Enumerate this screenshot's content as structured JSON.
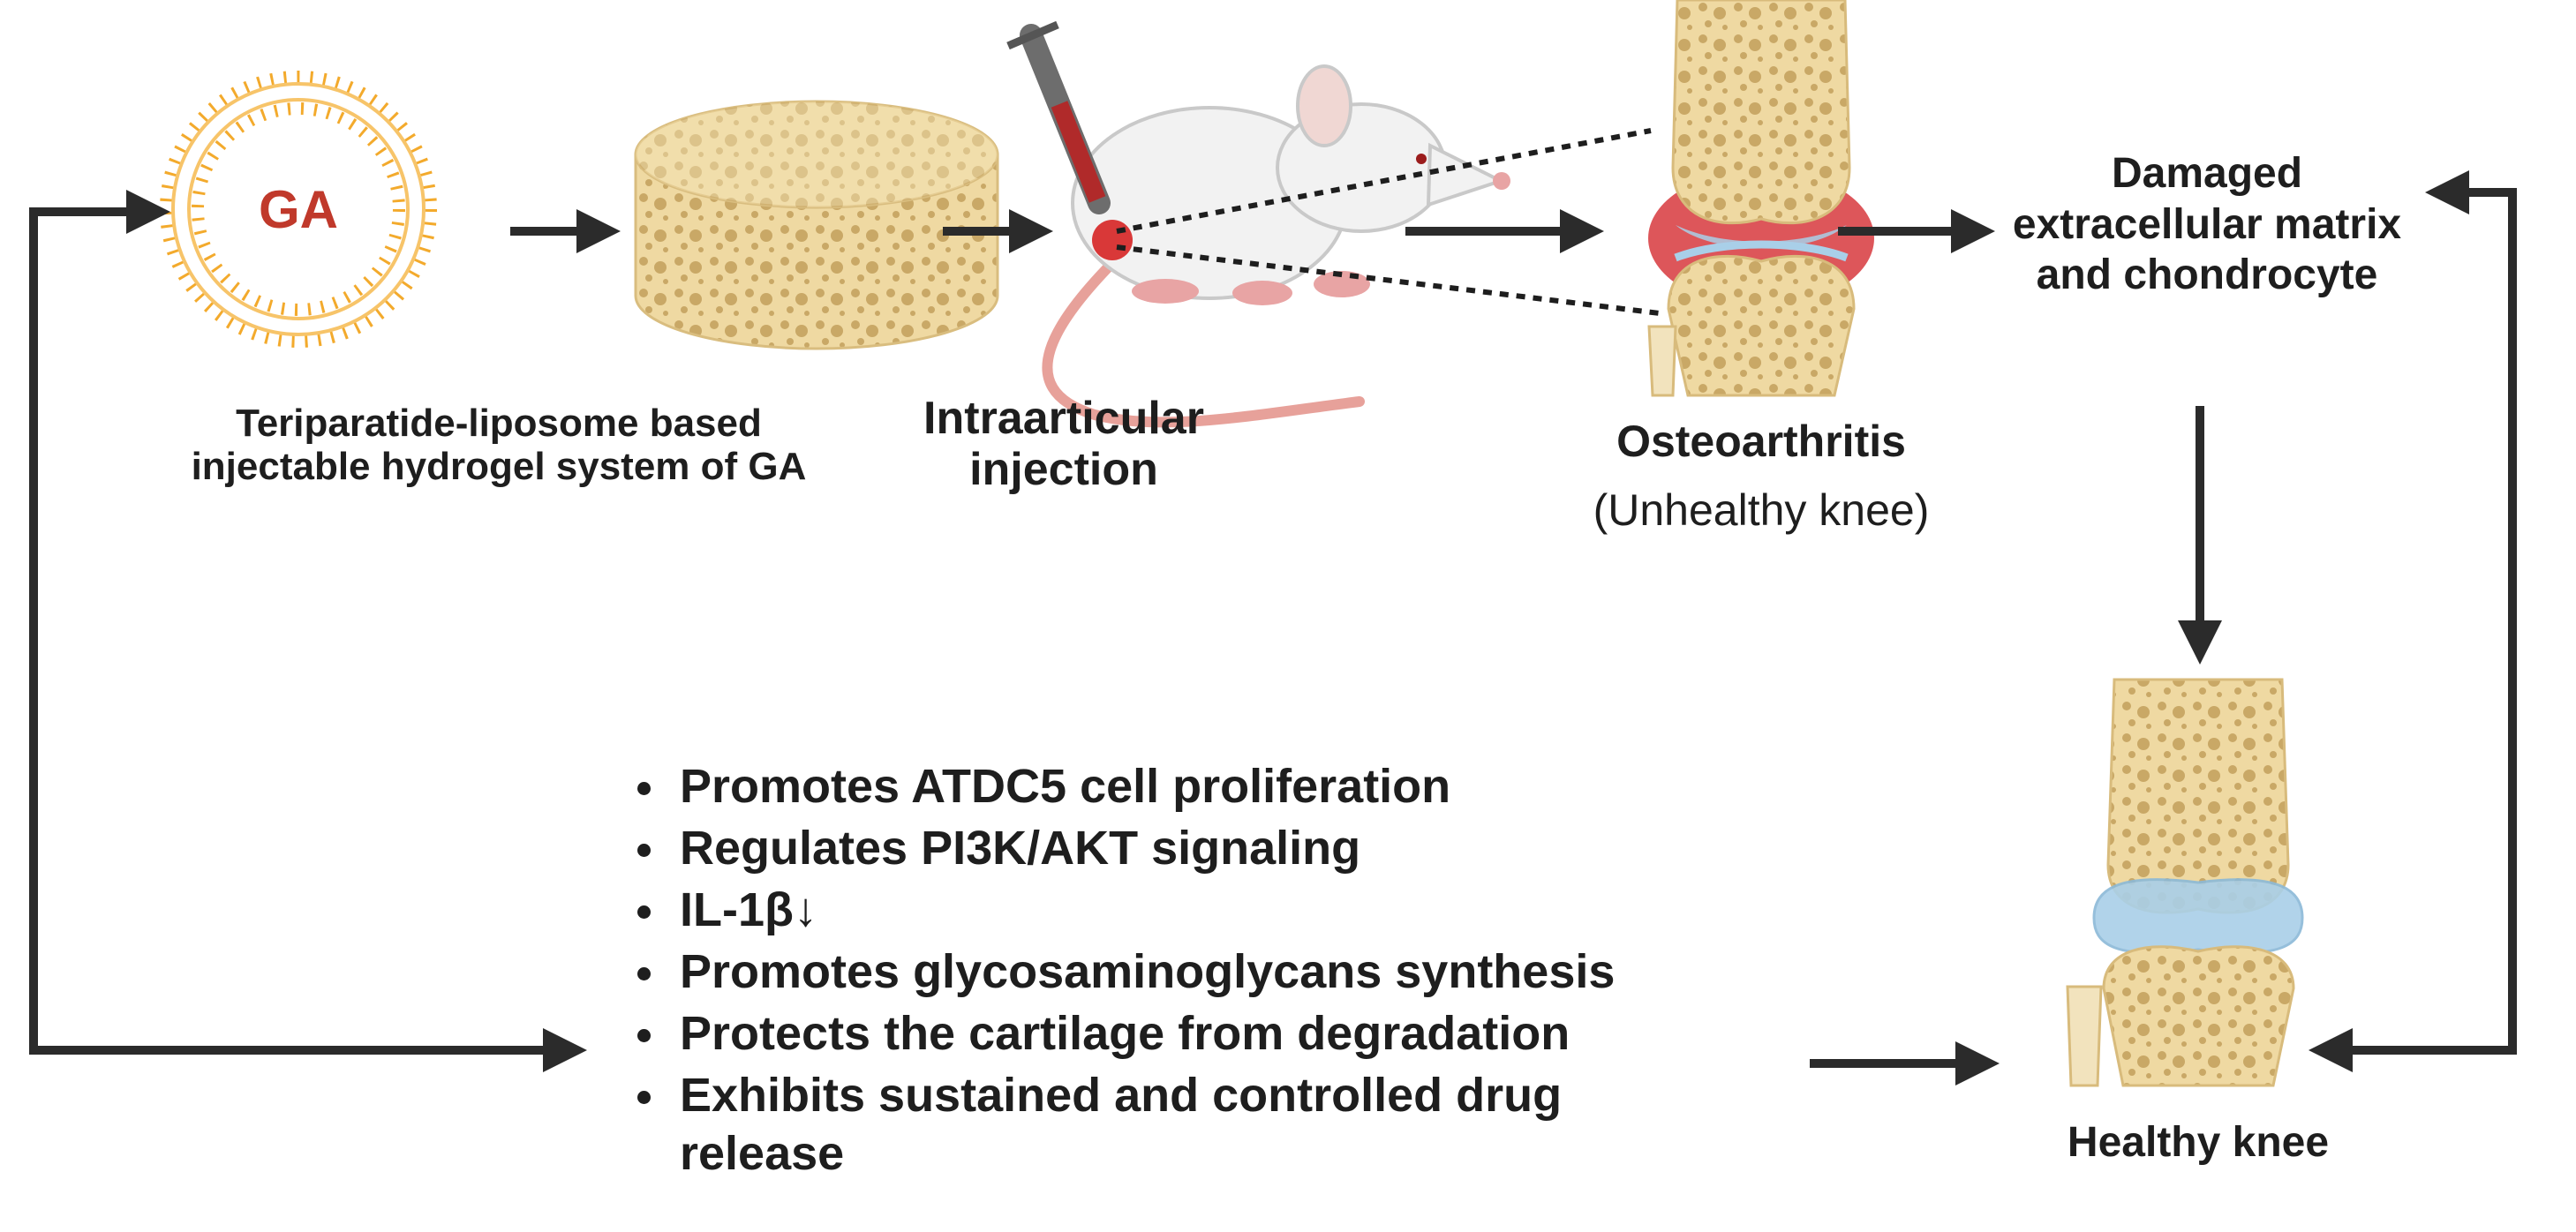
{
  "liposome": {
    "core_label": "GA"
  },
  "labels": {
    "hydrogel_line1": "Teriparatide-liposome based",
    "hydrogel_line2": "injectable hydrogel system of GA",
    "injection_line1": "Intraarticular",
    "injection_line2": "injection",
    "oa_line1": "Osteoarthritis",
    "oa_line2": "(Unhealthy knee)",
    "damage_line1": "Damaged",
    "damage_line2": "extracellular matrix",
    "damage_line3": "and chondrocyte",
    "healthy": "Healthy knee"
  },
  "benefits": [
    "Promotes ATDC5 cell proliferation",
    "Regulates PI3K/AKT signaling",
    "IL-1β↓",
    "Promotes glycosaminoglycans synthesis",
    "Protects the cartilage from degradation",
    "Exhibits sustained and controlled drug",
    "release"
  ],
  "colors": {
    "liposome": "#f3aa2c",
    "ga_text": "#c0392b",
    "bone": "#eed9a3",
    "bone_pore": "#c8a764",
    "inflamed": "#d7383d",
    "cartilage": "#a9cfe8",
    "arrow": "#2b2b2b"
  }
}
